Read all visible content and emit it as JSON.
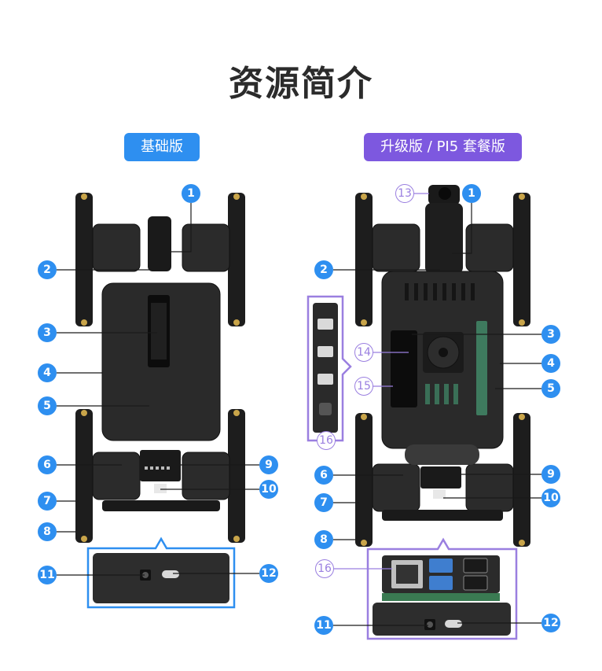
{
  "page": {
    "title": "资源简介"
  },
  "basic": {
    "label": "基础版",
    "callouts": [
      "1",
      "2",
      "3",
      "4",
      "5",
      "6",
      "7",
      "8",
      "9",
      "10",
      "11",
      "12"
    ]
  },
  "pro": {
    "label": "升级版 / PI5 套餐版",
    "callouts": [
      "1",
      "2",
      "3",
      "4",
      "5",
      "6",
      "7",
      "8",
      "9",
      "10",
      "11",
      "12",
      "13",
      "14",
      "15",
      "16",
      "16"
    ]
  },
  "colors": {
    "blue": "#2e8ff0",
    "purple": "#7d58df",
    "robot_body": "#2a2a2a"
  }
}
